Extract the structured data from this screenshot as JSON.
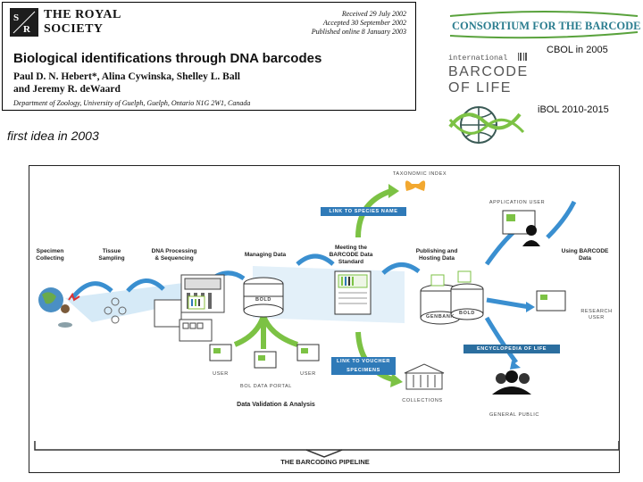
{
  "paper": {
    "publisher": "THE ROYAL\nSOCIETY",
    "dates": "Received 29 July 2002\nAccepted 30 September 2002\nPublished online 8 January 2003",
    "title": "Biological identifications through DNA barcodes",
    "authors": "Paul D. N. Hebert*, Alina Cywinska, Shelley L. Ball\nand Jeremy R. deWaard",
    "affiliation": "Department of Zoology, University of Guelph, Guelph, Ontario N1G 2W1, Canada"
  },
  "logos": {
    "cbol_text": "CONSORTIUM FOR THE BARCODE OF LIFE",
    "cbol_caption": "CBOL in 2005",
    "ibol_text_1": "international",
    "ibol_text_2": "BARCODE",
    "ibol_text_3": "OF LIFE",
    "ibol_caption": "iBOL 2010-2015"
  },
  "first_idea": "first idea in 2003",
  "pipeline": {
    "stages": {
      "specimen": "Specimen\nCollecting",
      "tissue": "Tissue\nSampling",
      "dna": "DNA Processing\n& Sequencing",
      "managing": "Managing Data",
      "meeting": "Meeting the\nBARCODE Data\nStandard",
      "publishing": "Publishing and\nHosting Data",
      "using": "Using BARCODE\nData"
    },
    "taxonomic_index": "TAXONOMIC INDEX",
    "link_species": "LINK TO SPECIES NAME",
    "link_voucher": "LINK TO VOUCHER\nSPECIMENS",
    "encyclopedia": "ENCYCLOPEDIA OF LIFE",
    "application_user": "APPLICATION USER",
    "research_user": "RESEARCH\nUSER",
    "general_public": "GENERAL PUBLIC",
    "collections": "COLLECTIONS",
    "user": "USER",
    "bol_portal": "BOL DATA PORTAL",
    "bold_label": "BOLD",
    "genbank_label": "GENBANK",
    "data_validation": "Data Validation & Analysis",
    "pipeline_title": "THE BARCODING PIPELINE"
  },
  "colors": {
    "blue_arrow": "#3a8fd0",
    "green_arrow": "#7cc244",
    "tag_blue": "#2f7ab8",
    "cbol_teal": "#2b7d8f",
    "cbol_green": "#59a23c"
  }
}
